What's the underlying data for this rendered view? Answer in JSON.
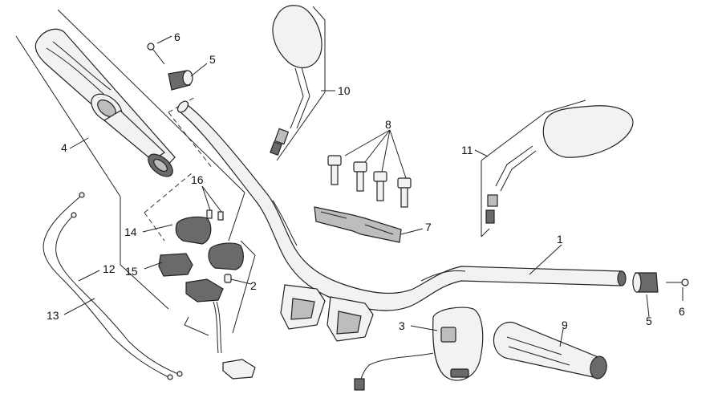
{
  "diagram": {
    "callouts": {
      "c1": "1",
      "c2": "2",
      "c3": "3",
      "c4": "4",
      "c5a": "5",
      "c5b": "5",
      "c6a": "6",
      "c6b": "6",
      "c7": "7",
      "c8": "8",
      "c9": "9",
      "c10": "10",
      "c11": "11",
      "c12": "12",
      "c13": "13",
      "c14": "14",
      "c15": "15",
      "c16": "16"
    }
  }
}
